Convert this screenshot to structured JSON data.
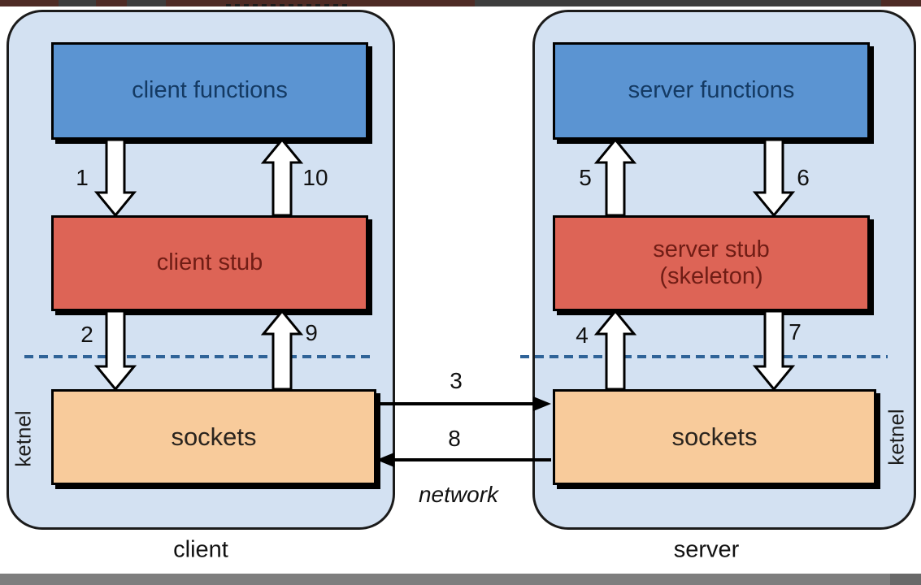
{
  "colors": {
    "panel-fill": "#d3e1f2",
    "panel-border": "#1b1b1b",
    "functions-fill": "#5b94d2",
    "functions-text": "#143a63",
    "stub-fill": "#dd6456",
    "stub-text": "#701d15",
    "sockets-fill": "#f8cb9b",
    "sockets-text": "#2a241e",
    "dashed-line": "#2f6398",
    "arrow-fill": "#ffffff",
    "arrow-stroke": "#000000",
    "topstrip-base": "#4e2b25",
    "topstrip-segment": "#3d3d3d",
    "bottombar": "#7e7e7e",
    "bottombar-dark": "#696969"
  },
  "client": {
    "caption": "client",
    "kernel": "ketnel",
    "functions": "client functions",
    "stub": "client stub",
    "sockets": "sockets",
    "labels": {
      "step1": "1",
      "step2": "2",
      "step9": "9",
      "step10": "10"
    }
  },
  "server": {
    "caption": "server",
    "kernel": "ketnel",
    "functions": "server functions",
    "stub_line1": "server stub",
    "stub_line2": "(skeleton)",
    "sockets": "sockets",
    "labels": {
      "step4": "4",
      "step5": "5",
      "step6": "6",
      "step7": "7"
    }
  },
  "network": {
    "caption": "network",
    "labels": {
      "step3": "3",
      "step8": "8"
    }
  }
}
